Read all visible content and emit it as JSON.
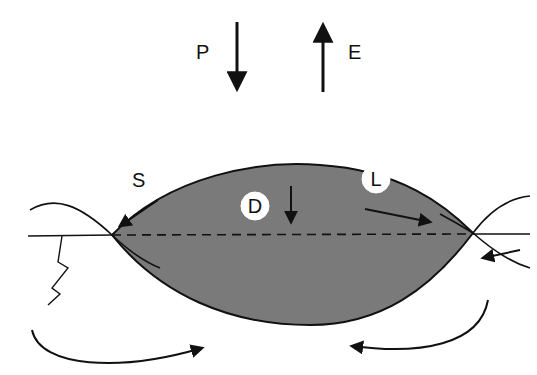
{
  "diagram": {
    "nodes": [
      {
        "text": [
          "D"
        ]
      },
      {
        "text": [
          "L"
        ]
      }
    ],
    "labels": [
      "P",
      "E",
      "S"
    ]
  }
}
